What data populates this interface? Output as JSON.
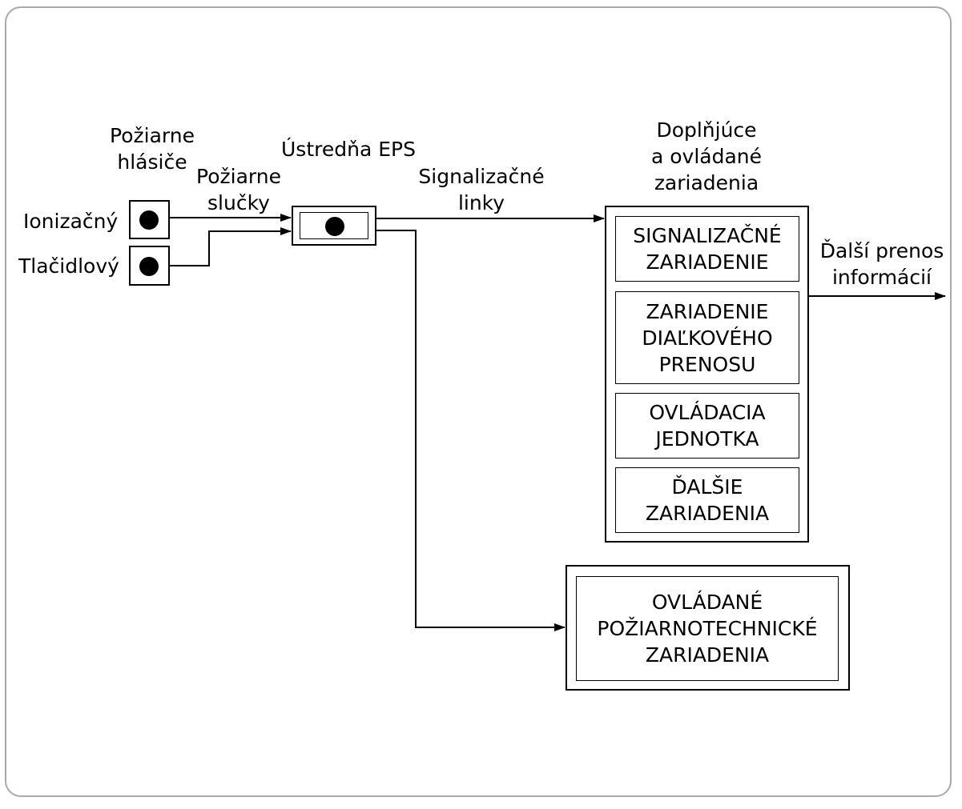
{
  "labels": {
    "detectors_line1": "Požiarne",
    "detectors_line2": "hlásiče",
    "loops_line1": "Požiarne",
    "loops_line2": "slučky",
    "panel": "Ústredňa EPS",
    "signal_lines_line1": "Signalizačné",
    "signal_lines_line2": "linky",
    "supplementary_line1": "Doplňjúce",
    "supplementary_line2": "a ovládané",
    "supplementary_line3": "zariadenia",
    "ionization": "Ionizačný",
    "button": "Tlačidlový",
    "further_line1": "Ďalší prenos",
    "further_line2": "informácií"
  },
  "devices": [
    {
      "line1": "SIGNALIZAČNÉ",
      "line2": "ZARIADENIE",
      "line3": ""
    },
    {
      "line1": "ZARIADENIE",
      "line2": "DIAĽKOVÉHO",
      "line3": "PRENOSU"
    },
    {
      "line1": "OVLÁDACIA",
      "line2": "JEDNOTKA",
      "line3": ""
    },
    {
      "line1": "ĎALŠIE",
      "line2": "ZARIADENIA",
      "line3": ""
    }
  ],
  "fire_equipment": {
    "line1": "OVLÁDANÉ",
    "line2": "POŽIARNOTECHNICKÉ",
    "line3": "ZARIADENIA"
  }
}
